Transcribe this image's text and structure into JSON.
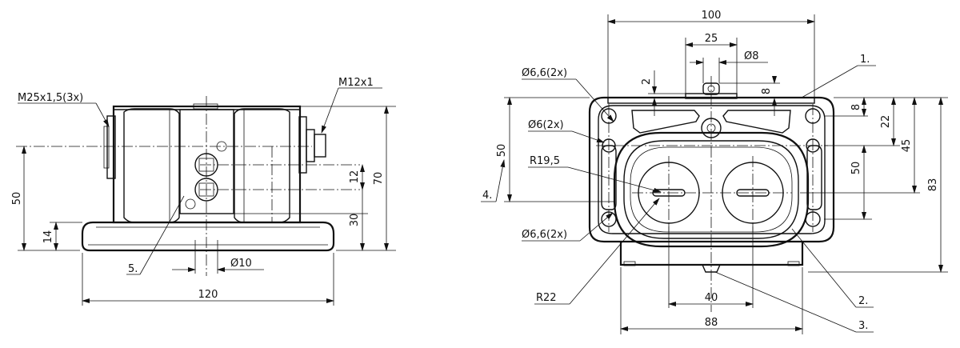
{
  "left_view": {
    "labels": {
      "m25": "M25x1,5(3x)",
      "m12": "M12x1",
      "part5": "5."
    },
    "dims": {
      "width_120": "120",
      "height_50": "50",
      "height_14": "14",
      "height_12": "12",
      "height_30": "30",
      "height_70": "70",
      "dia_10": "Ø10"
    }
  },
  "right_view": {
    "labels": {
      "dia_66_top": "Ø6,6(2x)",
      "dia_6": "Ø6(2x)",
      "r195": "R19,5",
      "dia_66_bot": "Ø6,6(2x)",
      "r22": "R22",
      "part1": "1.",
      "part2": "2.",
      "part3": "3.",
      "part4": "4."
    },
    "dims": {
      "width_100": "100",
      "width_25": "25",
      "dia_8": "Ø8",
      "dim_2": "2",
      "dim_8_top": "8",
      "dim_8_right": "8",
      "dim_22": "22",
      "dim_45": "45",
      "dim_50_left": "50",
      "dim_50_right": "50",
      "dim_83": "83",
      "width_40": "40",
      "width_88": "88"
    }
  }
}
